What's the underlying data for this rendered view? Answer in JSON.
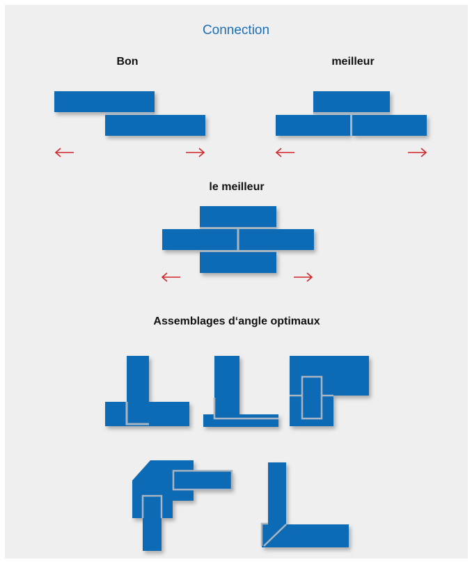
{
  "title": "Connection",
  "labels": {
    "good": "Bon",
    "better": "meilleur",
    "best": "le meilleur",
    "corners": "Assemblages d‘angle optimaux"
  },
  "colors": {
    "background": "#efefef",
    "beam": "#0b6bb5",
    "seam": "#a9b6c2",
    "arrow": "#d0252a",
    "title": "#1a6fb5"
  },
  "icons": {
    "left_arrow": "arrow-left",
    "right_arrow": "arrow-right"
  }
}
